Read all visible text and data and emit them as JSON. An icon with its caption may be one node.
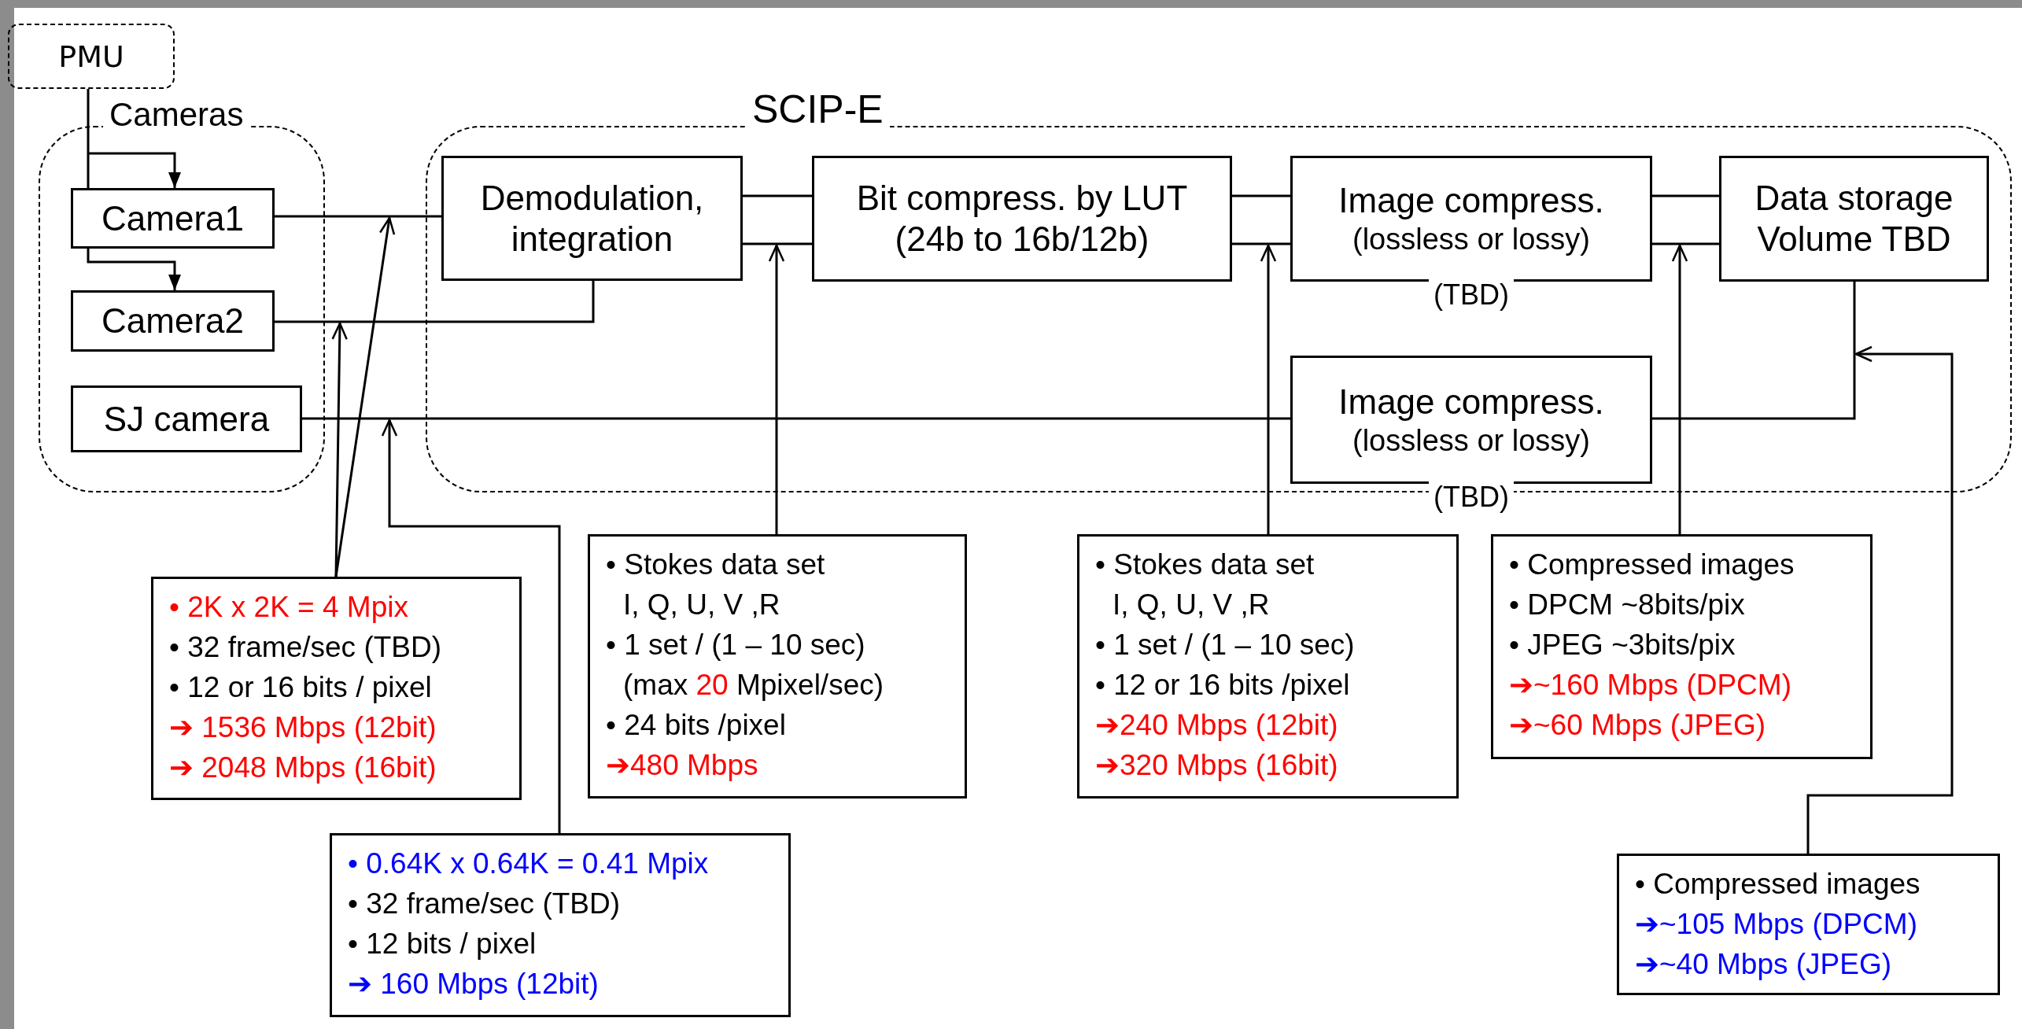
{
  "diagram": {
    "nodes": [
      {
        "text": [
          "PMU"
        ]
      },
      {
        "text": [
          "Cameras"
        ]
      },
      {
        "text": [
          "Camera1"
        ],
        "in": 1
      },
      {
        "text": [
          "Camera2"
        ],
        "in": 1
      },
      {
        "text": [
          "SJ camera"
        ],
        "in": 1
      },
      {
        "text": [
          "SCIP-E"
        ]
      },
      {
        "text": [
          "Demodulation, integration"
        ],
        "in": 5
      },
      {
        "text": [
          "Bit compress. by LUT",
          "(24b to 16b/12b)"
        ],
        "in": 5
      },
      {
        "text": [
          "Image compress.",
          "(lossless or lossy)"
        ],
        "beside": [
          "(TBD)"
        ],
        "in": 5
      },
      {
        "text": [
          "Data storage Volume TBD"
        ],
        "in": 5
      },
      {
        "text": [
          "Image compress.",
          "(lossless or lossy)"
        ],
        "beside": [
          "(TBD)"
        ],
        "in": 5
      },
      {
        "text": [
          "• 2K x 2K = 4 Mpix",
          "• 32 frame/sec (TBD)",
          "• 12 or 16 bits / pixel",
          "➔  1536 Mbps (12bit)",
          "➔  2048 Mbps (16bit)"
        ]
      },
      {
        "text": [
          "• 0.64K x 0.64K = 0.41 Mpix",
          "• 32 frame/sec (TBD)",
          "• 12 bits / pixel",
          "➔  160 Mbps (12bit)"
        ]
      },
      {
        "text": [
          "• Stokes data set",
          "I, Q, U, V ,R",
          "• 1 set / (1 – 10 sec)",
          "(max **20** Mpixel/sec)",
          "• 24 bits /pixel",
          "➔480 Mbps"
        ]
      },
      {
        "text": [
          "• Stokes data set",
          "I, Q, U, V ,R",
          "• 1 set / (1 – 10 sec)",
          "• 12 or 16 bits /pixel",
          "➔240 Mbps (12bit)",
          "➔320 Mbps (16bit)"
        ]
      },
      {
        "text": [
          "• Compressed images",
          "• DPCM ~8bits/pix",
          "• JPEG ~3bits/pix",
          "➔~160 Mbps (DPCM)",
          "➔~60 Mbps (JPEG)"
        ]
      },
      {
        "text": [
          "• Compressed images",
          "➔~105 Mbps (DPCM)",
          "➔~40 Mbps (JPEG)"
        ]
      }
    ],
    "edges": [
      {
        "from": 0,
        "to": 2,
        "arrow": "to"
      },
      {
        "from": 2,
        "to": 3,
        "arrow": "to"
      },
      {
        "from": 2,
        "to": 6,
        "arrow": "none"
      },
      {
        "from": 3,
        "to": 6,
        "arrow": "none"
      },
      {
        "from": 4,
        "to": 10,
        "arrow": "none"
      },
      {
        "from": 6,
        "to": 7,
        "arrow": "none"
      },
      {
        "from": 6,
        "to": 7,
        "arrow": "none"
      },
      {
        "from": 7,
        "to": 8,
        "arrow": "none"
      },
      {
        "from": 7,
        "to": 8,
        "arrow": "none"
      },
      {
        "from": 8,
        "to": 9,
        "arrow": "none"
      },
      {
        "from": 8,
        "to": 9,
        "arrow": "none"
      },
      {
        "from": 10,
        "to": 9,
        "arrow": "none"
      },
      {
        "from": 11,
        "to": 5,
        "arrow": "to"
      },
      {
        "from": 11,
        "to": 1,
        "arrow": "to"
      },
      {
        "from": 12,
        "to": 5,
        "arrow": "to"
      },
      {
        "from": 13,
        "to": 6,
        "arrow": "to"
      },
      {
        "from": 14,
        "to": 8,
        "arrow": "to"
      },
      {
        "from": 15,
        "to": 8,
        "arrow": "to"
      },
      {
        "from": 16,
        "to": null,
        "arrow": "to"
      }
    ]
  }
}
